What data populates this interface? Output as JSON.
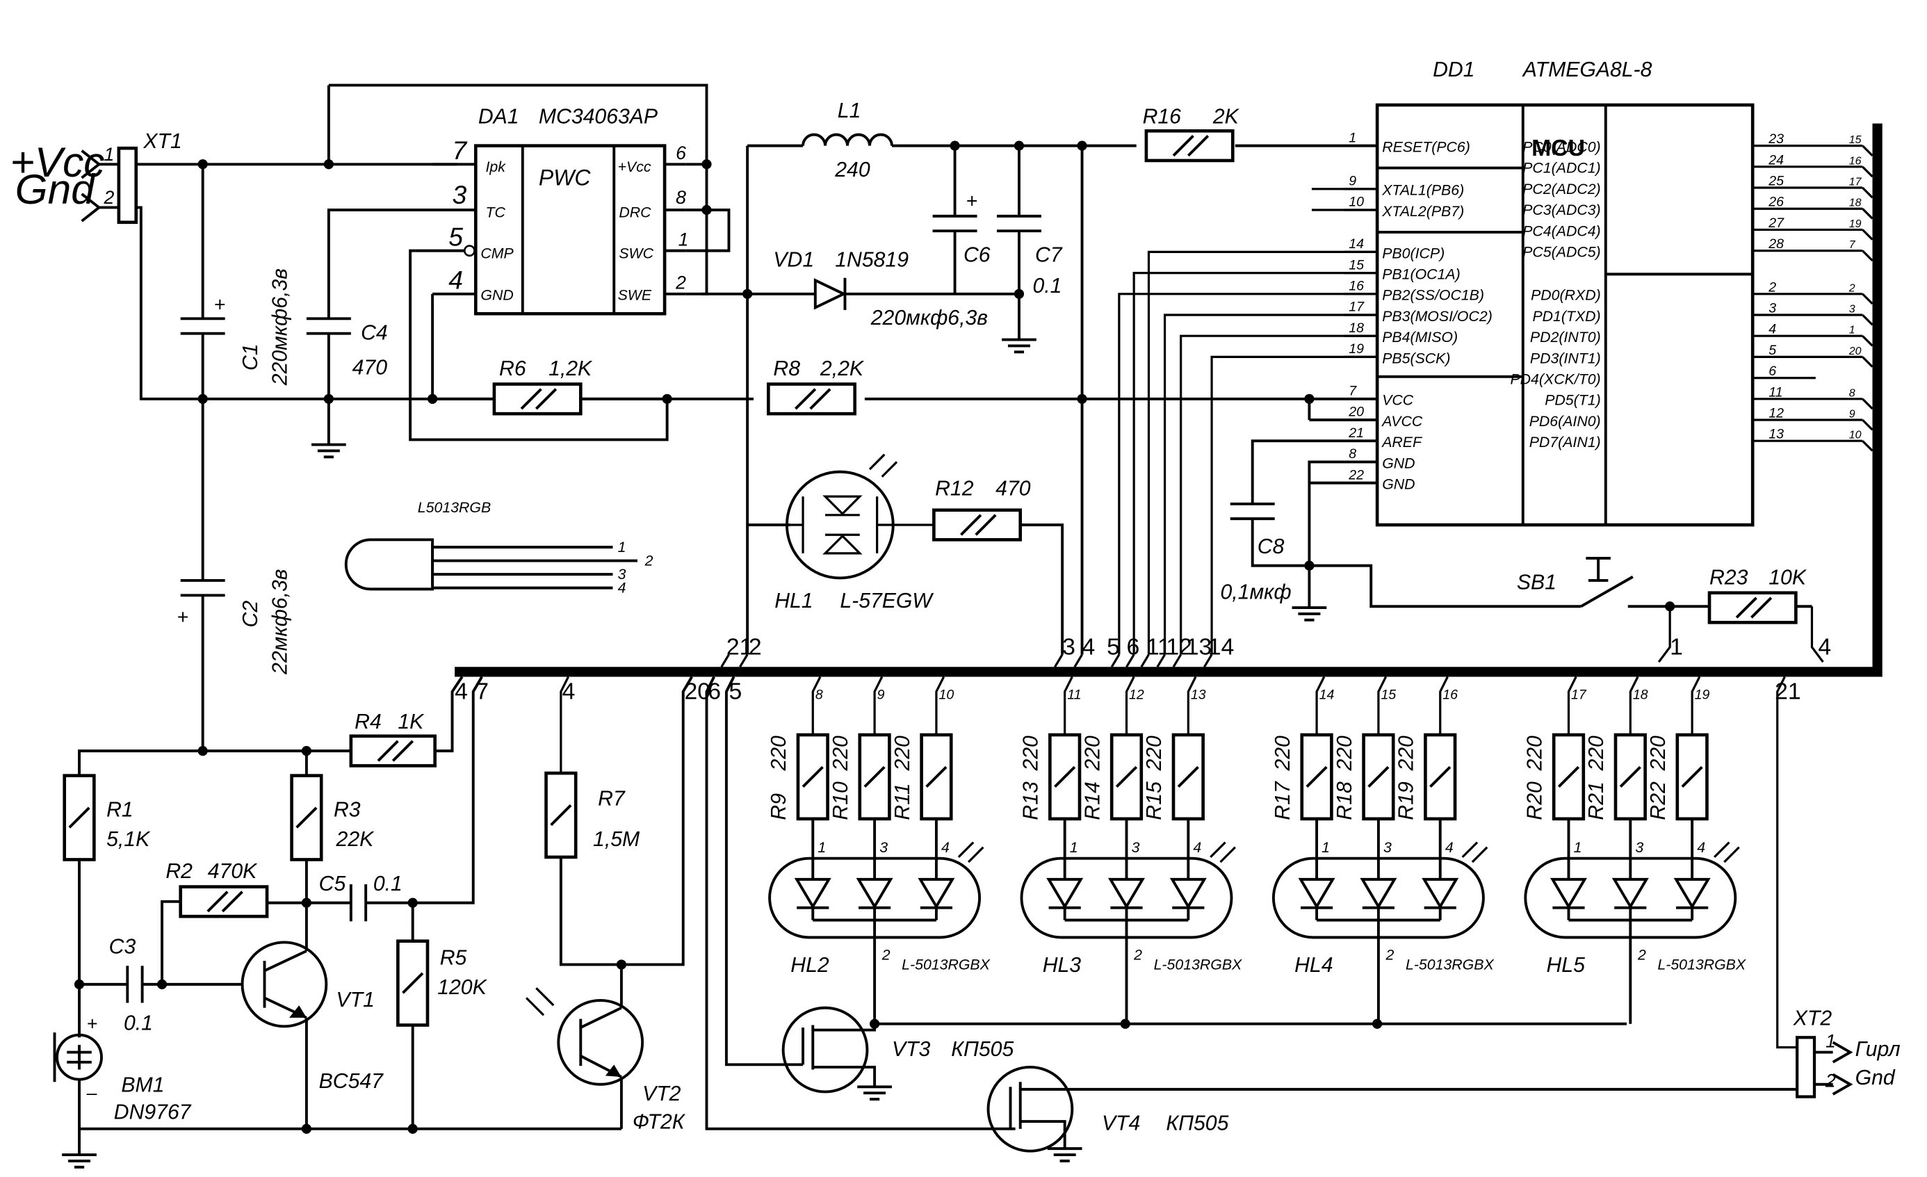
{
  "power_connector": {
    "ref": "XT1",
    "pin1": "1",
    "pin2": "2",
    "vcc_label": "+Vcc",
    "gnd_label": "Gnd"
  },
  "pwm_ic": {
    "ref": "DA1",
    "part": "MC34063AP",
    "core": "PWC",
    "pins_left": [
      {
        "num": "7",
        "name": "Ipk"
      },
      {
        "num": "3",
        "name": "TC"
      },
      {
        "num": "5",
        "name": "CMP"
      },
      {
        "num": "4",
        "name": "GND"
      }
    ],
    "pins_right": [
      {
        "num": "6",
        "name": "+Vcc"
      },
      {
        "num": "8",
        "name": "DRC"
      },
      {
        "num": "1",
        "name": "SWC"
      },
      {
        "num": "2",
        "name": "SWE"
      }
    ]
  },
  "mcu": {
    "ref": "DD1",
    "part": "ATMEGA8L-8",
    "core": "MCU",
    "left_pins": [
      {
        "num": "1",
        "name": "RESET(PC6)"
      },
      {
        "num": "9",
        "name": "XTAL1(PB6)"
      },
      {
        "num": "10",
        "name": "XTAL2(PB7)"
      },
      {
        "num": "14",
        "name": "PB0(ICP)"
      },
      {
        "num": "15",
        "name": "PB1(OC1A)"
      },
      {
        "num": "16",
        "name": "PB2(SS/OC1B)"
      },
      {
        "num": "17",
        "name": "PB3(MOSI/OC2)"
      },
      {
        "num": "18",
        "name": "PB4(MISO)"
      },
      {
        "num": "19",
        "name": "PB5(SCK)"
      },
      {
        "num": "7",
        "name": "VCC"
      },
      {
        "num": "20",
        "name": "AVCC"
      },
      {
        "num": "21",
        "name": "AREF"
      },
      {
        "num": "8",
        "name": "GND"
      },
      {
        "num": "22",
        "name": "GND"
      }
    ],
    "right_pins": [
      {
        "num": "23",
        "name": "PC0(ADC0)",
        "bus": "15"
      },
      {
        "num": "24",
        "name": "PC1(ADC1)",
        "bus": "16"
      },
      {
        "num": "25",
        "name": "PC2(ADC2)",
        "bus": "17"
      },
      {
        "num": "26",
        "name": "PC3(ADC3)",
        "bus": "18"
      },
      {
        "num": "27",
        "name": "PC4(ADC4)",
        "bus": "19"
      },
      {
        "num": "28",
        "name": "PC5(ADC5)",
        "bus": "7"
      },
      {
        "num": "2",
        "name": "PD0(RXD)",
        "bus": "2"
      },
      {
        "num": "3",
        "name": "PD1(TXD)",
        "bus": "3"
      },
      {
        "num": "4",
        "name": "PD2(INT0)",
        "bus": "1"
      },
      {
        "num": "5",
        "name": "PD3(INT1)",
        "bus": "20"
      },
      {
        "num": "6",
        "name": "PD4(XCK/T0)",
        "bus": ""
      },
      {
        "num": "11",
        "name": "PD5(T1)",
        "bus": "8"
      },
      {
        "num": "12",
        "name": "PD6(AIN0)",
        "bus": "9"
      },
      {
        "num": "13",
        "name": "PD7(AIN1)",
        "bus": "10"
      }
    ]
  },
  "components": {
    "L1": {
      "ref": "L1",
      "value": "240"
    },
    "VD1": {
      "ref": "VD1",
      "value": "1N5819"
    },
    "C6": {
      "ref": "C6",
      "value": "220мкф6,3в"
    },
    "C7": {
      "ref": "C7",
      "value": "0.1"
    },
    "R16": {
      "ref": "R16",
      "value": "2K"
    },
    "C1": {
      "ref": "C1",
      "value": "220мкф6,3в"
    },
    "C4": {
      "ref": "C4",
      "value": "470"
    },
    "R6": {
      "ref": "R6",
      "value": "1,2K"
    },
    "R8": {
      "ref": "R8",
      "value": "2,2K"
    },
    "C2": {
      "ref": "C2",
      "value": "22мкф6,3в"
    },
    "HL1": {
      "ref": "HL1",
      "value": "L-57EGW"
    },
    "R12": {
      "ref": "R12",
      "value": "470"
    },
    "C8": {
      "ref": "C8",
      "value": "0,1мкф"
    },
    "SB1": {
      "ref": "SB1"
    },
    "R23": {
      "ref": "R23",
      "value": "10K"
    },
    "R4": {
      "ref": "R4",
      "value": "1K"
    },
    "R1": {
      "ref": "R1",
      "value": "5,1K"
    },
    "R3": {
      "ref": "R3",
      "value": "22K"
    },
    "R2": {
      "ref": "R2",
      "value": "470K"
    },
    "C5": {
      "ref": "C5",
      "value": "0.1"
    },
    "R5": {
      "ref": "R5",
      "value": "120K"
    },
    "C3": {
      "ref": "C3",
      "value": "0.1"
    },
    "VT1": {
      "ref": "VT1",
      "value": "BC547"
    },
    "BM1": {
      "ref": "BM1",
      "value": "DN9767"
    },
    "R7": {
      "ref": "R7",
      "value": "1,5M"
    },
    "VT2": {
      "ref": "VT2",
      "value": "ФТ2К"
    },
    "VT3": {
      "ref": "VT3",
      "value": "КП505"
    },
    "VT4": {
      "ref": "VT4",
      "value": "КП505"
    }
  },
  "led_legend": {
    "label": "L5013RGB",
    "pins": [
      "1",
      "2",
      "3",
      "4"
    ]
  },
  "rgb_leds": [
    {
      "ref": "HL2",
      "part": "L-5013RGBX",
      "resistors": [
        "R9",
        "R10",
        "R11"
      ],
      "value": "220",
      "bus": [
        "8",
        "9",
        "10"
      ]
    },
    {
      "ref": "HL3",
      "part": "L-5013RGBX",
      "resistors": [
        "R13",
        "R14",
        "R15"
      ],
      "value": "220",
      "bus": [
        "11",
        "12",
        "13"
      ]
    },
    {
      "ref": "HL4",
      "part": "L-5013RGBX",
      "resistors": [
        "R17",
        "R18",
        "R19"
      ],
      "value": "220",
      "bus": [
        "14",
        "15",
        "16"
      ]
    },
    {
      "ref": "HL5",
      "part": "L-5013RGBX",
      "resistors": [
        "R20",
        "R21",
        "R22"
      ],
      "value": "220",
      "bus": [
        "17",
        "18",
        "19"
      ]
    }
  ],
  "rgb_pin_labels": [
    "1",
    "3",
    "4",
    "2"
  ],
  "garland_connector": {
    "ref": "XT2",
    "pin1": "1",
    "pin2": "2",
    "label1": "Гирл",
    "label2": "Gnd"
  },
  "bus_numbers": {
    "top_into_bus": [
      "21",
      "2",
      "3",
      "4",
      "5",
      "6",
      "11",
      "12",
      "13",
      "14",
      "1",
      "4"
    ],
    "bottom_from_bus": [
      "4",
      "7",
      "4",
      "20",
      "6",
      "5",
      "21"
    ]
  }
}
